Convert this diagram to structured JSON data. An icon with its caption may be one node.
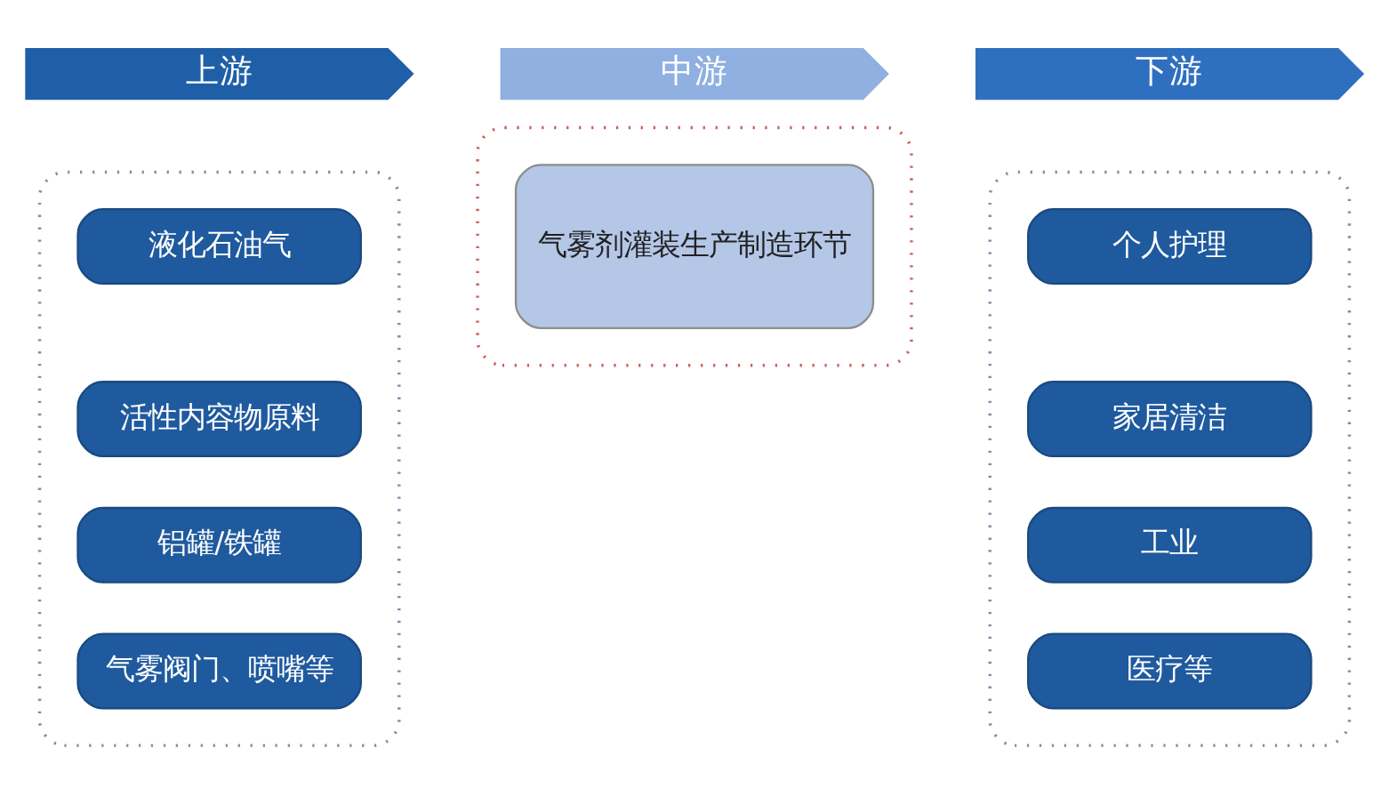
{
  "diagram": {
    "nodes": [
      {
        "text": [
          "上游"
        ]
      },
      {
        "text": [],
        "shape": "box"
      },
      {
        "text": [
          "液化石油气"
        ],
        "in": 1
      },
      {
        "text": [
          "活性内容物原料"
        ],
        "in": 1
      },
      {
        "text": [
          "铝罐/铁罐"
        ],
        "in": 1
      },
      {
        "text": [
          "气雾阀门、喷嘴等"
        ],
        "in": 1
      },
      {
        "text": [
          "中游"
        ]
      },
      {
        "text": [],
        "shape": "box"
      },
      {
        "text": [
          "气雾剂灌装生产制造环节"
        ],
        "in": 7
      },
      {
        "text": [
          "下游"
        ]
      },
      {
        "text": [],
        "shape": "box"
      },
      {
        "text": [
          "个人护理"
        ],
        "in": 10
      },
      {
        "text": [
          "家居清洁"
        ],
        "in": 10
      },
      {
        "text": [
          "工业"
        ],
        "in": 10
      },
      {
        "text": [
          "医疗等"
        ],
        "in": 10
      }
    ]
  }
}
